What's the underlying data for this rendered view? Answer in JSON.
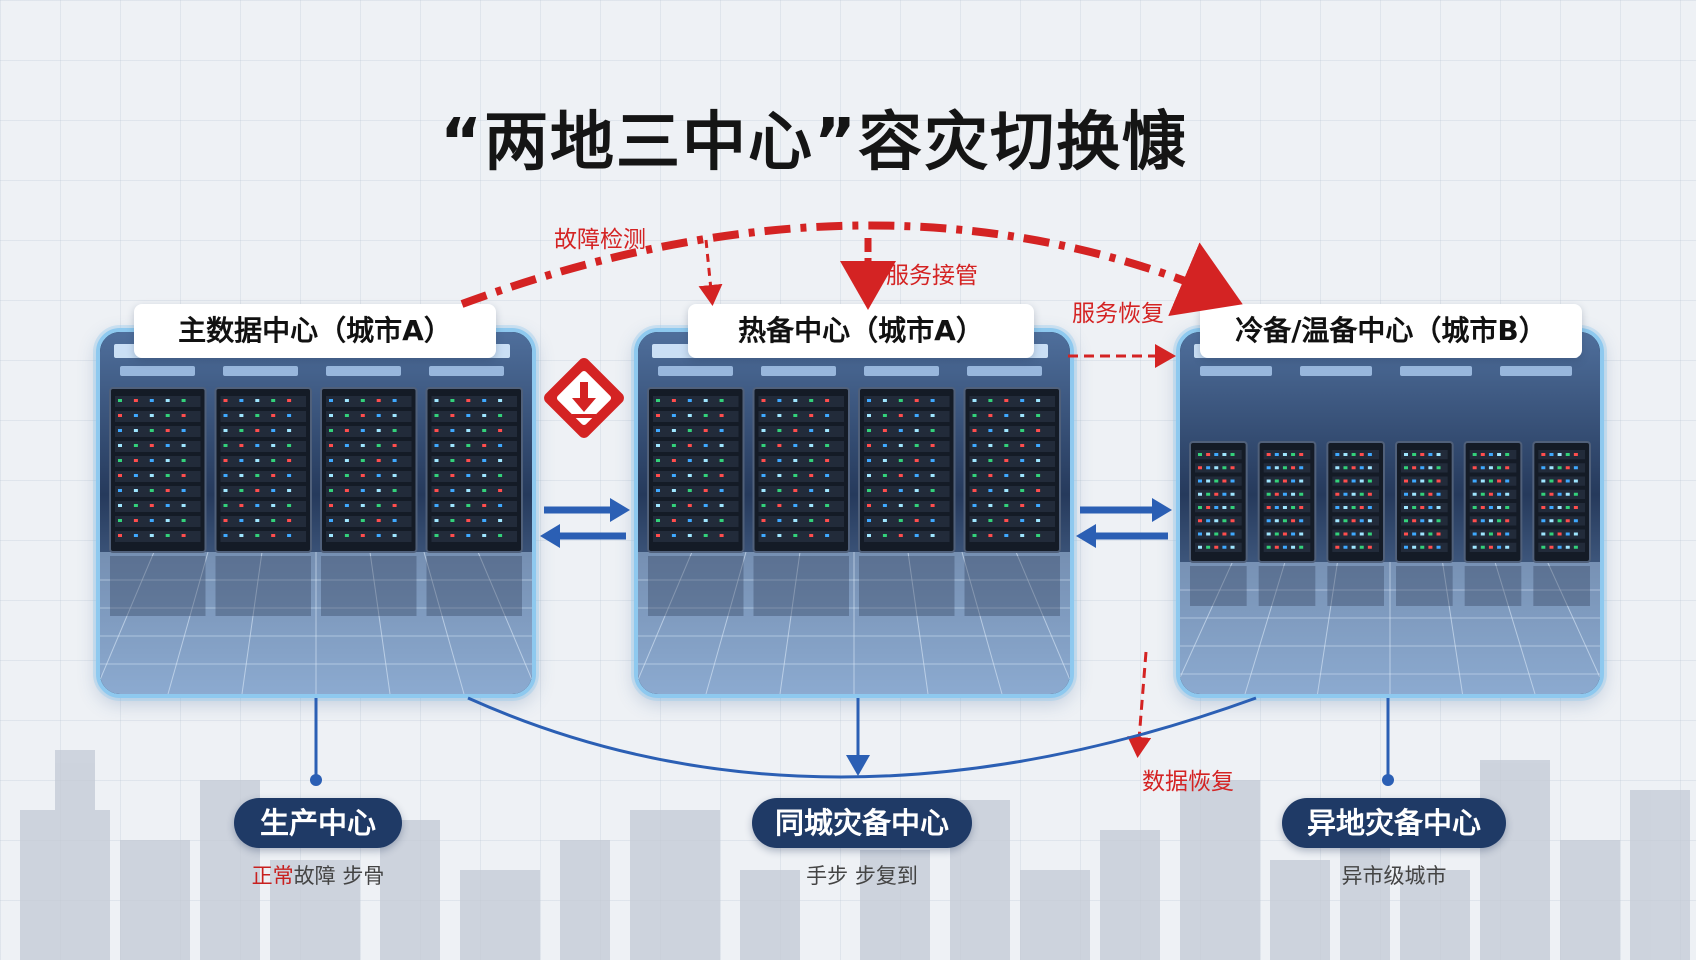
{
  "title": "“两地三中心”容灾切换慷",
  "centers": [
    {
      "label": "主数据中心（城市A）"
    },
    {
      "label": "热备中心（城市A）"
    },
    {
      "label": "冷备/温备中心（城市B）"
    }
  ],
  "flows": {
    "fault_detect": "故障检测",
    "service_takeover": "服务接管",
    "service_recover": "服务恢复",
    "data_recover": "数据恢复"
  },
  "tiers": [
    {
      "name": "生产中心",
      "sub_a": "正常",
      "sub_b": "故障 步骨"
    },
    {
      "name": "同城灾备中心",
      "sub": "手步 步复到"
    },
    {
      "name": "异地灾备中心",
      "sub": "异市级城市"
    }
  ],
  "icons": {
    "alert": "alert-down-arrow-icon",
    "sync": "bidirectional-arrow-icon"
  },
  "colors": {
    "accent_red": "#d42323",
    "navy": "#1f3a66",
    "link_blue": "#2b5fb4",
    "frame": "#8ec9ef"
  }
}
